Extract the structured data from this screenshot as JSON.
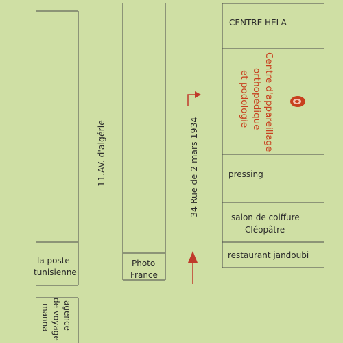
{
  "map": {
    "buildings": {
      "centre_hela": "CENTRE HELA",
      "centre_appareillage": [
        "Centre d'appareillage",
        "orthopédique",
        "et podologie"
      ],
      "pressing": "pressing",
      "salon": [
        "salon de coiffure",
        "Cléopâtre"
      ],
      "restaurant": "restaurant jandoubi",
      "la_poste": [
        "la poste",
        "tunisienne"
      ],
      "photo_france": [
        "Photo",
        "France"
      ],
      "agence": [
        "agence",
        "de voyage",
        "manna"
      ]
    },
    "streets": {
      "avenue": "11.AV. d'algérie",
      "rue": "34 Rue de 2 mars 1934"
    },
    "colors": {
      "background": "#cfdfa4",
      "line": "#4a4a4a",
      "accent": "#c8401e",
      "arrow": "#c0392b"
    },
    "icons": [
      "location-pin-icon",
      "direction-flag-icon",
      "direction-arrow-icon"
    ]
  }
}
